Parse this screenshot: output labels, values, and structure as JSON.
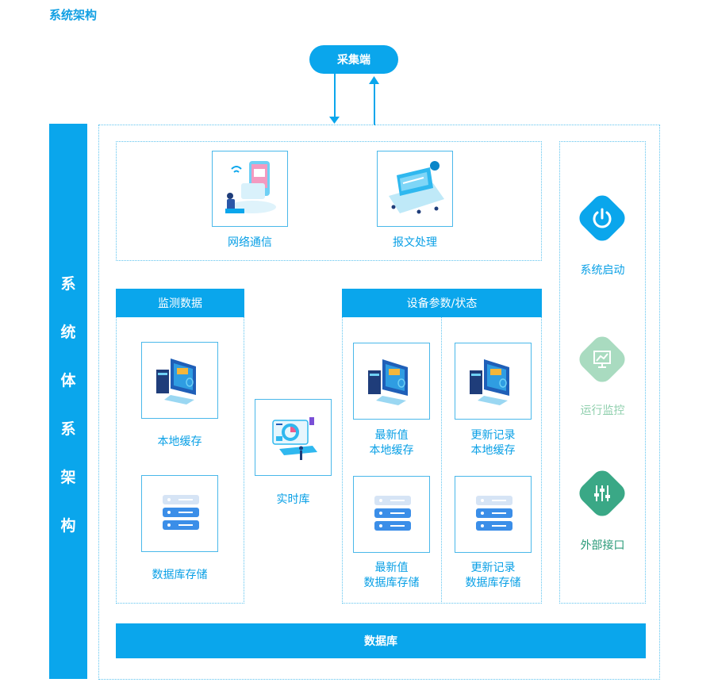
{
  "page_title": "系统架构",
  "collector": "采集端",
  "side_title": [
    "系",
    "统",
    "体",
    "系",
    "架",
    "构"
  ],
  "top_modules": [
    {
      "label": "网络通信",
      "icon": "network-communication-icon"
    },
    {
      "label": "报文处理",
      "icon": "message-processing-icon"
    }
  ],
  "monitor": {
    "header": "监测数据",
    "items": [
      {
        "label": "本地缓存",
        "icon": "computer-icon"
      },
      {
        "label": "数据库存储",
        "icon": "server-icon"
      }
    ]
  },
  "realtime": {
    "label": "实时库",
    "icon": "realtime-dashboard-icon"
  },
  "device": {
    "header": "设备参数/状态",
    "items": [
      {
        "line1": "最新值",
        "line2": "本地缓存",
        "icon": "computer-icon"
      },
      {
        "line1": "更新记录",
        "line2": "本地缓存",
        "icon": "computer-icon"
      },
      {
        "line1": "最新值",
        "line2": "数据库存储",
        "icon": "server-icon"
      },
      {
        "line1": "更新记录",
        "line2": "数据库存储",
        "icon": "server-icon"
      }
    ]
  },
  "right_panel": [
    {
      "label": "系统启动",
      "icon": "power-icon",
      "color": "#0aa6ec",
      "label_color": "#0aa0e6"
    },
    {
      "label": "运行监控",
      "icon": "monitor-icon",
      "color": "#a9dbc0",
      "label_color": "#8fcfad"
    },
    {
      "label": "外部接口",
      "icon": "sliders-icon",
      "color": "#3aa886",
      "label_color": "#2a9a78"
    }
  ],
  "database": "数据库"
}
